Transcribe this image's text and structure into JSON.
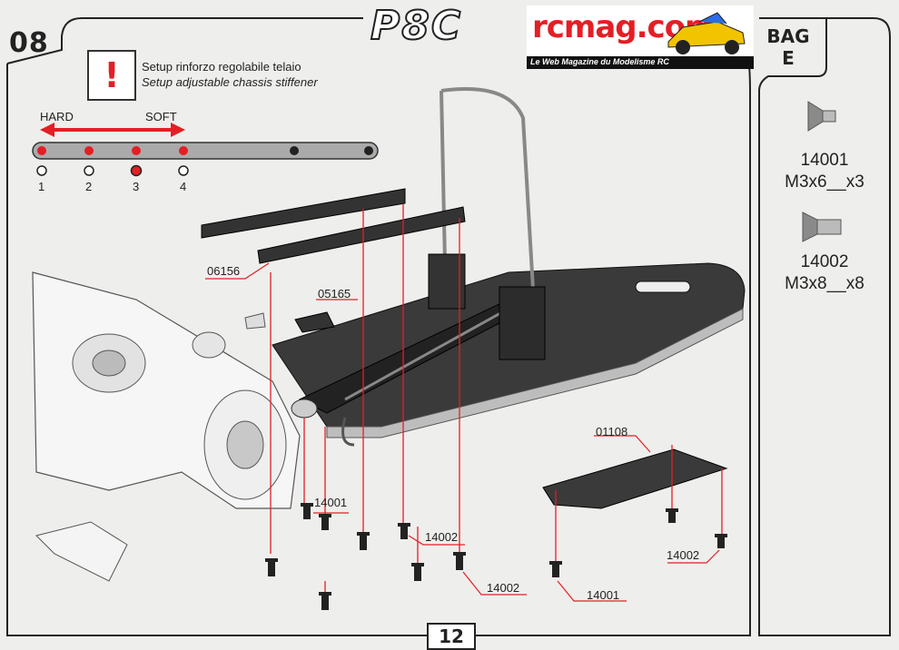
{
  "header": {
    "step_number": "08",
    "model_name": "P8C",
    "watermark": {
      "site": "rcmag.com",
      "tagline": "Le Web Magazine du Modelisme RC"
    }
  },
  "note": {
    "icon": "exclamation-icon",
    "text_it": "Setup rinforzo regolabile telaio",
    "text_en": "Setup adjustable chassis stiffener"
  },
  "setup_scale": {
    "hard_label": "HARD",
    "soft_label": "SOFT",
    "positions": [
      "1",
      "2",
      "3",
      "4"
    ],
    "selected_position": "3"
  },
  "bag": {
    "title_line1": "BAG",
    "title_line2": "E",
    "parts": [
      {
        "code": "14001",
        "size": "M3x6__x3"
      },
      {
        "code": "14002",
        "size": "M3x8__x8"
      }
    ]
  },
  "callouts": [
    "06156",
    "05165",
    "01108",
    "14001",
    "14002",
    "14002",
    "14002",
    "14001"
  ],
  "page_number": "12",
  "colors": {
    "accent_red": "#e41e25",
    "ink": "#222222",
    "paper": "#eeeeec"
  }
}
